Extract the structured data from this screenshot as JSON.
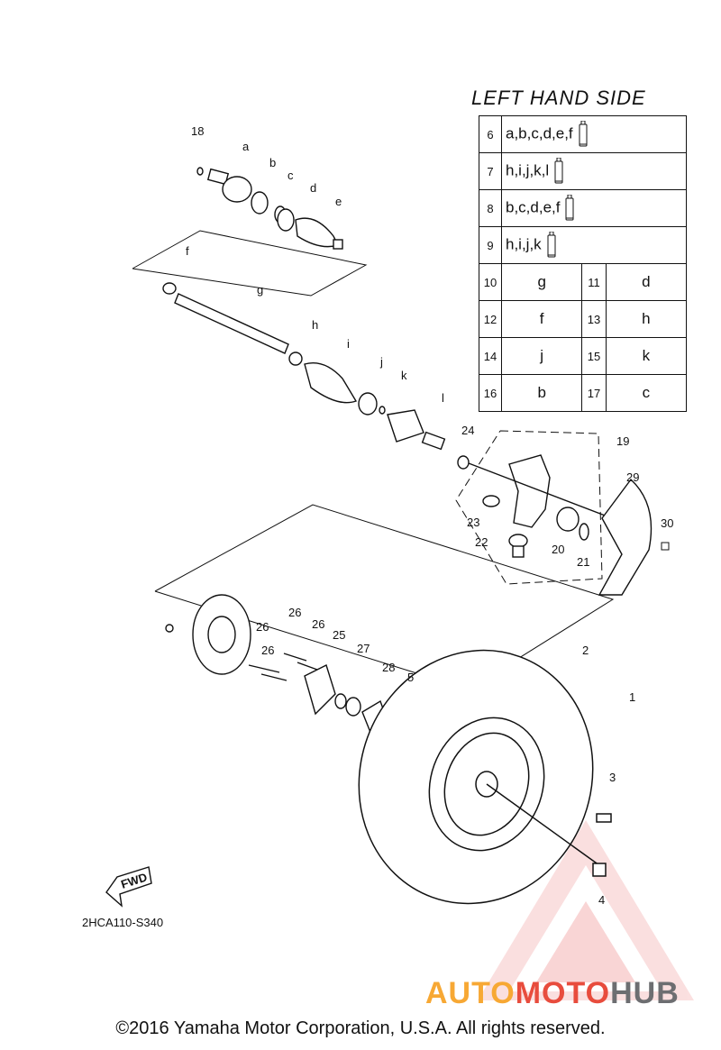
{
  "header": {
    "title": "LEFT HAND SIDE"
  },
  "legend": {
    "long_rows": [
      {
        "num": "6",
        "text": "a,b,c,d,e,f",
        "icon": "grease-tube-icon"
      },
      {
        "num": "7",
        "text": "h,i,j,k,l",
        "icon": "grease-tube-icon"
      },
      {
        "num": "8",
        "text": "b,c,d,e,f",
        "icon": "grease-tube-icon"
      },
      {
        "num": "9",
        "text": "h,i,j,k",
        "icon": "grease-tube-icon"
      }
    ],
    "pair_rows": [
      {
        "n1": "10",
        "v1": "g",
        "n2": "11",
        "v2": "d"
      },
      {
        "n1": "12",
        "v1": "f",
        "n2": "13",
        "v2": "h"
      },
      {
        "n1": "14",
        "v1": "j",
        "n2": "15",
        "v2": "k"
      },
      {
        "n1": "16",
        "v1": "b",
        "n2": "17",
        "v2": "c"
      }
    ]
  },
  "callouts": [
    "18",
    "a",
    "b",
    "c",
    "d",
    "e",
    "f",
    "g",
    "h",
    "i",
    "j",
    "k",
    "l",
    "24",
    "19",
    "29",
    "30",
    "23",
    "22",
    "20",
    "21",
    "26",
    "26",
    "26",
    "26",
    "25",
    "27",
    "28",
    "5",
    "2",
    "1",
    "3",
    "4"
  ],
  "fwd_label": "FWD",
  "diagram_code": "2HCA110-S340",
  "copyright": "©2016 Yamaha Motor Corporation, U.S.A. All rights reserved.",
  "watermark": {
    "part1": "AUTO",
    "part2": "MOTO",
    "part3": "HUB"
  }
}
